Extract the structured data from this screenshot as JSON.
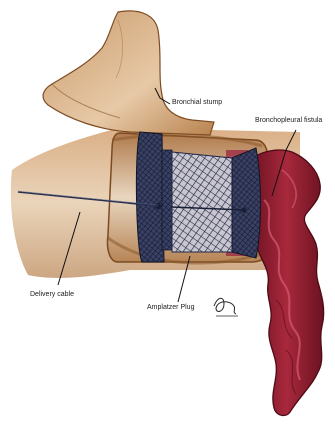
{
  "labels": {
    "bronchial_stump": "Bronchial stump",
    "bronchopleural_fistula": "Bronchopleural fistula",
    "delivery_cable": "Delivery cable",
    "amplatzer_plug": "Amplatzer Plug"
  },
  "colors": {
    "tissue_light": "#e8cdb0",
    "tissue_mid": "#d2a77c",
    "tissue_dark": "#9c6432",
    "airway_wall": "#8a5a2c",
    "fistula_red": "#8e1d2c",
    "fistula_dark": "#5e0f1a",
    "fistula_light": "#c2485e",
    "mesh": "#1f2745",
    "cable": "#2a3150"
  },
  "icons": {
    "signature": "artist-signature"
  }
}
